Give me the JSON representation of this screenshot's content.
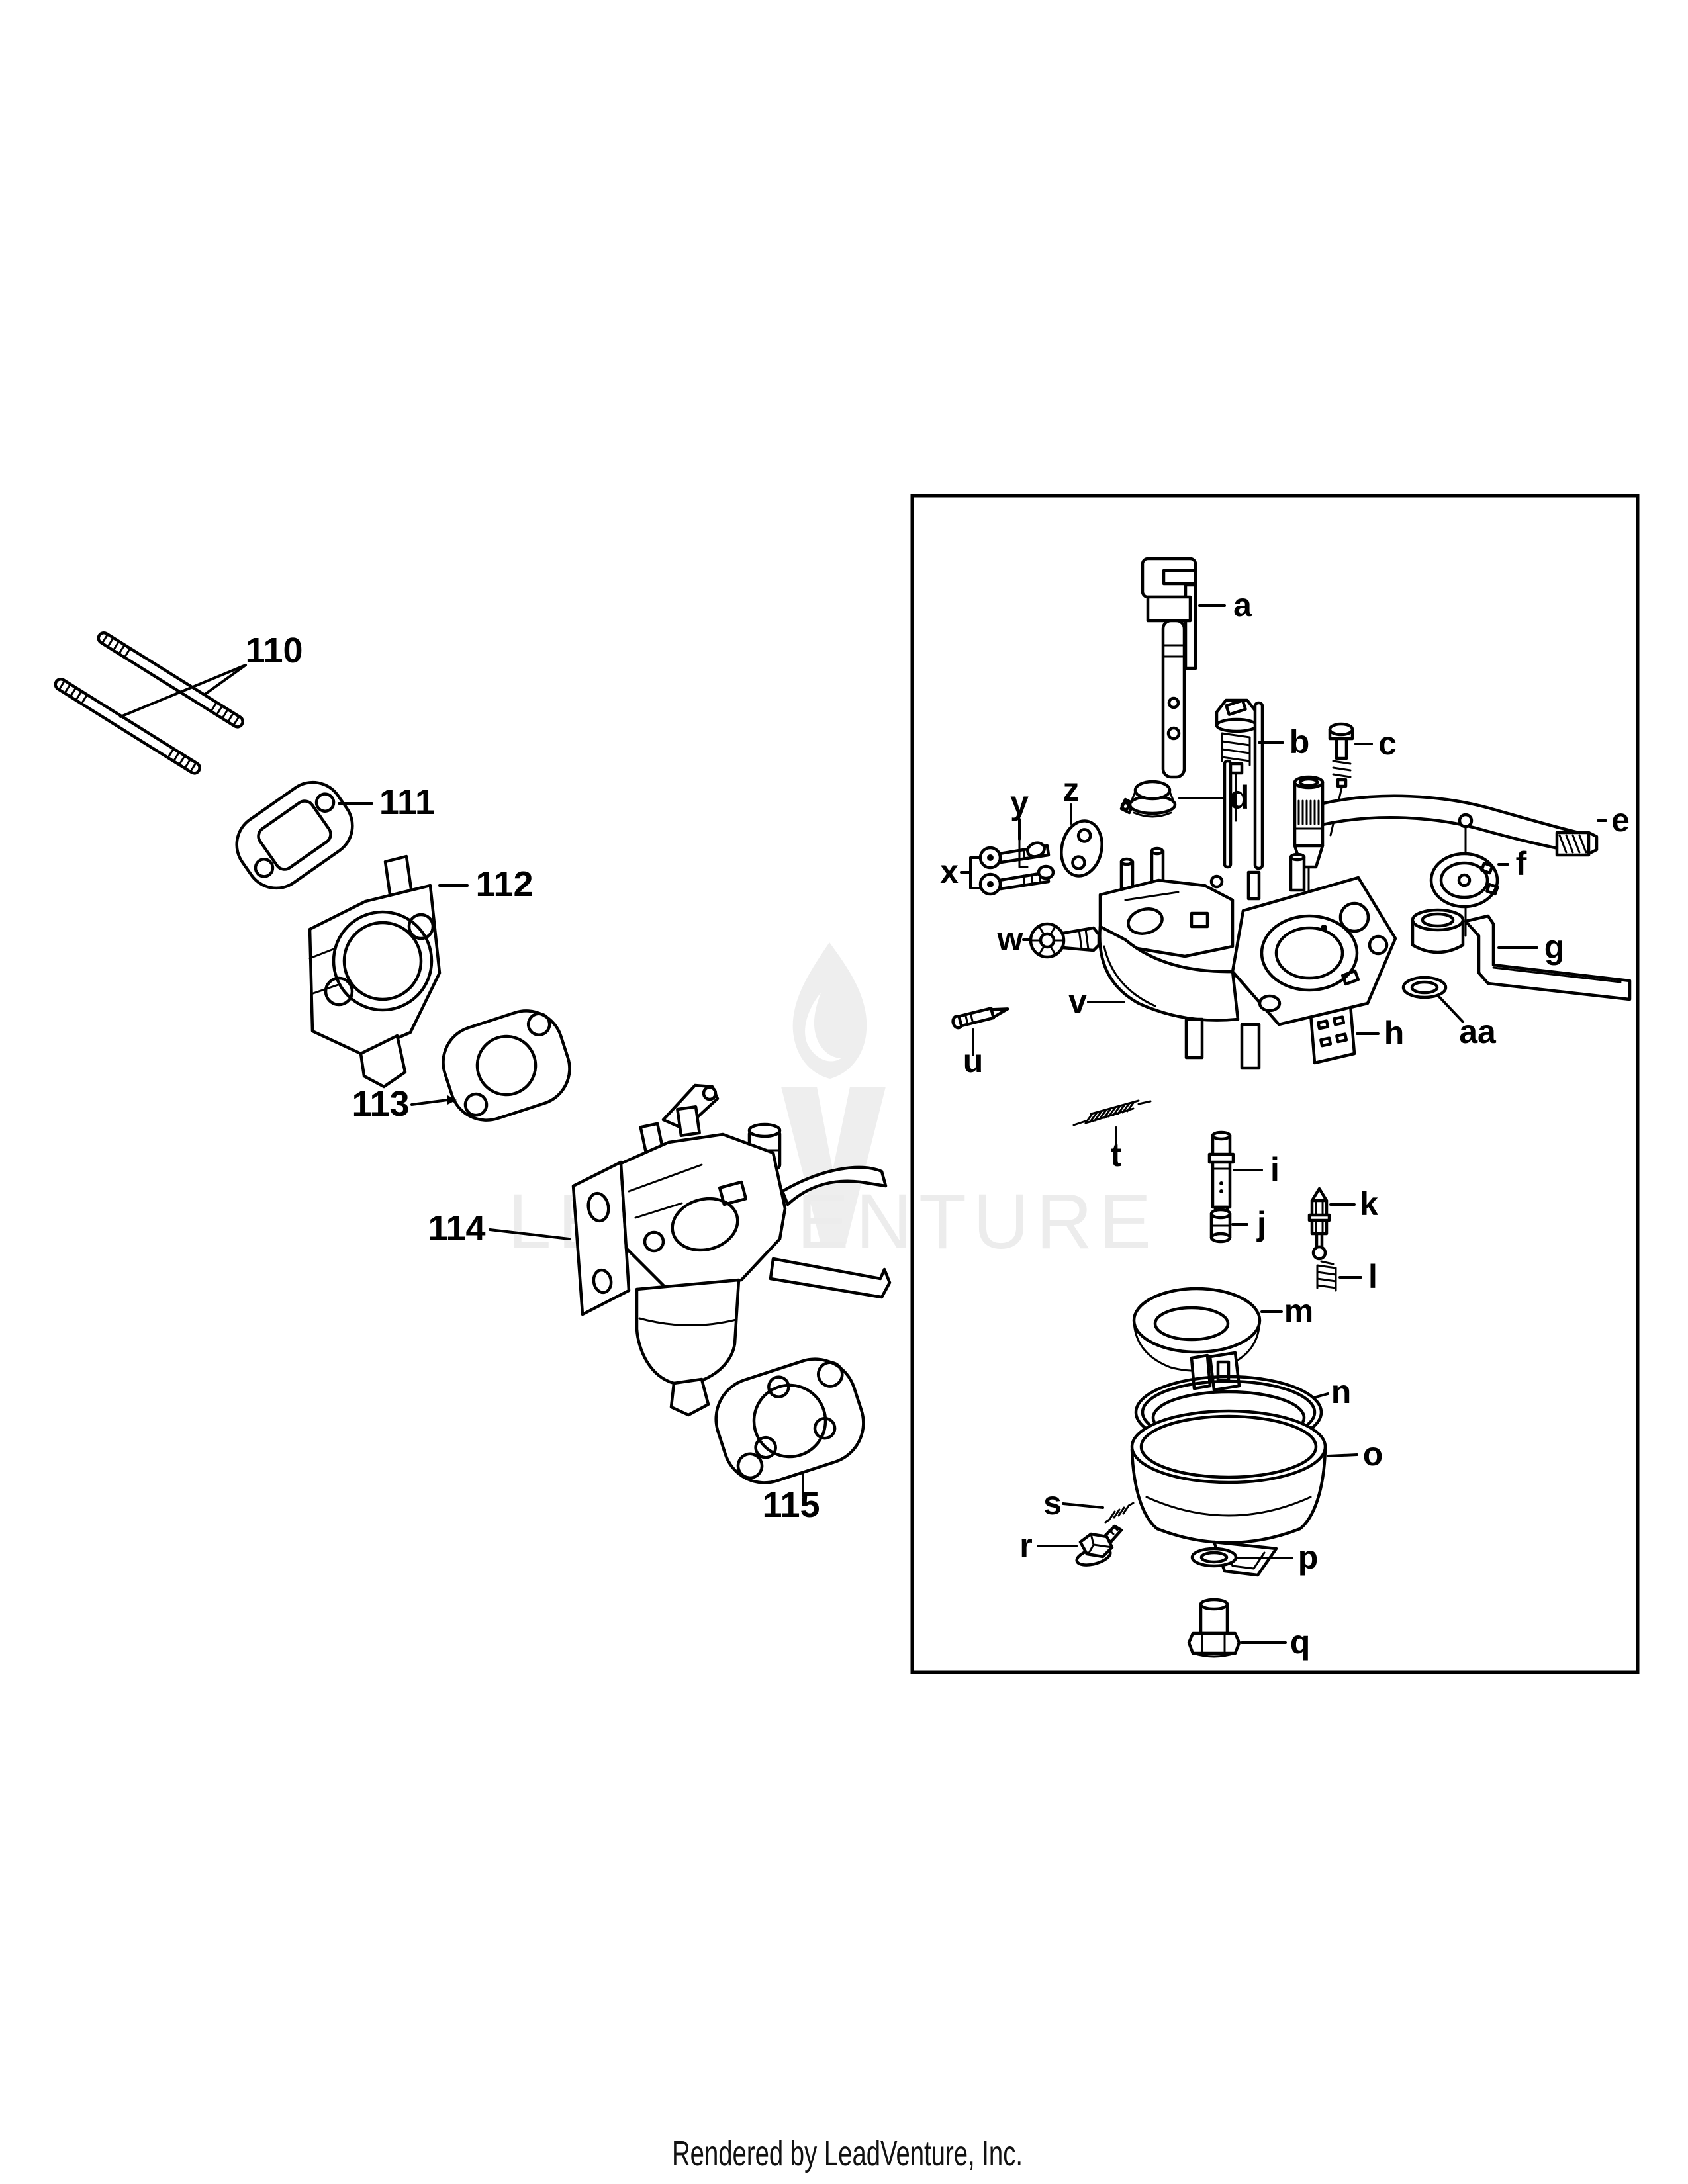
{
  "callouts": {
    "left": [
      {
        "id": "110",
        "label": "110"
      },
      {
        "id": "111",
        "label": "111"
      },
      {
        "id": "112",
        "label": "112"
      },
      {
        "id": "113",
        "label": "113"
      },
      {
        "id": "114",
        "label": "114"
      },
      {
        "id": "115",
        "label": "115"
      }
    ],
    "box": [
      {
        "id": "a",
        "label": "a"
      },
      {
        "id": "b",
        "label": "b"
      },
      {
        "id": "c",
        "label": "c"
      },
      {
        "id": "d",
        "label": "d"
      },
      {
        "id": "e",
        "label": "e"
      },
      {
        "id": "f",
        "label": "f"
      },
      {
        "id": "g",
        "label": "g"
      },
      {
        "id": "h",
        "label": "h"
      },
      {
        "id": "i",
        "label": "i"
      },
      {
        "id": "j",
        "label": "j"
      },
      {
        "id": "k",
        "label": "k"
      },
      {
        "id": "l",
        "label": "l"
      },
      {
        "id": "m",
        "label": "m"
      },
      {
        "id": "n",
        "label": "n"
      },
      {
        "id": "o",
        "label": "o"
      },
      {
        "id": "p",
        "label": "p"
      },
      {
        "id": "q",
        "label": "q"
      },
      {
        "id": "r",
        "label": "r"
      },
      {
        "id": "s",
        "label": "s"
      },
      {
        "id": "t",
        "label": "t"
      },
      {
        "id": "u",
        "label": "u"
      },
      {
        "id": "v",
        "label": "v"
      },
      {
        "id": "w",
        "label": "w"
      },
      {
        "id": "x",
        "label": "x"
      },
      {
        "id": "y",
        "label": "y"
      },
      {
        "id": "z",
        "label": "z"
      },
      {
        "id": "aa",
        "label": "aa"
      }
    ]
  },
  "watermark": {
    "text": "LEADVENTURE"
  },
  "footer": {
    "text": "Rendered by LeadVenture, Inc."
  },
  "colors": {
    "line": "#000000",
    "background": "#ffffff",
    "watermark": "#eeeeee"
  }
}
